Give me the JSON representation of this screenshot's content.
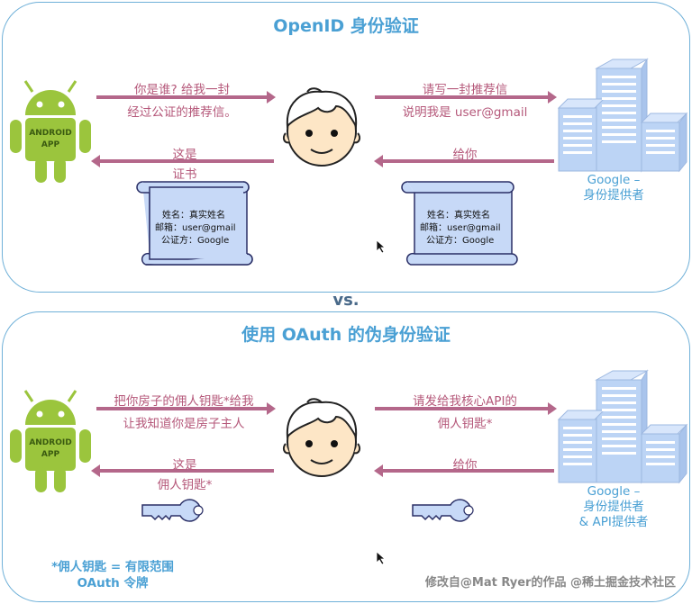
{
  "top": {
    "title": "OpenID 身份验证",
    "msg1_line1": "你是谁? 给我一封",
    "msg1_line2": "经过公证的推荐信。",
    "msg2_line1": "请写一封推荐信",
    "msg2_line2": "说明我是 user@gmail",
    "reply1_line1": "这是",
    "reply1_line2": "证书",
    "reply2": "给你",
    "google_line1": "Google –",
    "google_line2": "身份提供者",
    "cert_line1": "姓名：真实姓名",
    "cert_line2": "邮箱：user@gmail",
    "cert_line3": "公证方：Google"
  },
  "vs": "vs.",
  "bottom": {
    "title": "使用 OAuth 的伪身份验证",
    "msg1_line1": "把你房子的佣人钥匙*给我",
    "msg1_line2": "让我知道你是房子主人",
    "msg2_line1": "请发给我核心API的",
    "msg2_line2": "佣人钥匙*",
    "reply1_line1": "这是",
    "reply1_line2": "佣人钥匙*",
    "reply2": "给你",
    "google_line1": "Google –",
    "google_line2": "身份提供者",
    "google_line3": "& API提供者",
    "footnote_line1": "*佣人钥匙 = 有限范围",
    "footnote_line2": "OAuth 令牌"
  },
  "android_text_line1": "ANDROID",
  "android_text_line2": "APP",
  "credit": "修改自@Mat Ryer的作品  @稀土掘金技术社区",
  "colors": {
    "panel_border": "#6fb0d8",
    "title": "#4aa0d4",
    "arrow": "#b4678a",
    "android": "#9bc53d",
    "building": "#bcd4f5",
    "cert": "#c7d9f7"
  }
}
